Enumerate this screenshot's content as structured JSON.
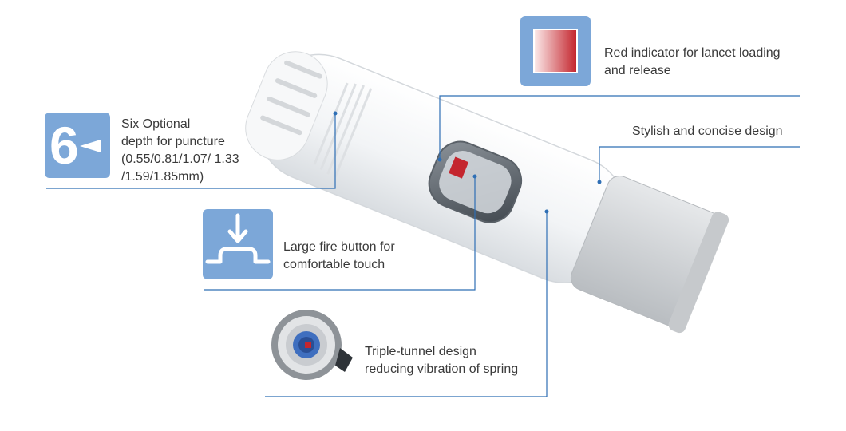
{
  "features": {
    "red_indicator": {
      "line1": "Red indicator for lancet loading",
      "line2": "and release",
      "icon": "red-indicator-square-icon"
    },
    "stylish_design": {
      "text": "Stylish and concise design"
    },
    "depth": {
      "line1": "Six Optional",
      "line2": "depth for puncture",
      "line3": "(0.55/0.81/1.07/ 1.33",
      "line4": "/1.59/1.85mm)",
      "icon_number": "6",
      "icon": "depth-dial-icon"
    },
    "fire_button": {
      "line1": "Large fire button for",
      "line2": "comfortable touch",
      "icon": "press-button-arrow-icon"
    },
    "triple_tunnel": {
      "line1": "Triple-tunnel design",
      "line2": "reducing vibration of spring",
      "icon": "spring-mechanism-icon"
    }
  },
  "colors": {
    "accent_blue": "#7ca7d8",
    "leader_line": "#2f6fb5",
    "red_indicator": "#c4262e",
    "device_white": "#f4f6f8",
    "device_grey": "#d6d9dc"
  }
}
